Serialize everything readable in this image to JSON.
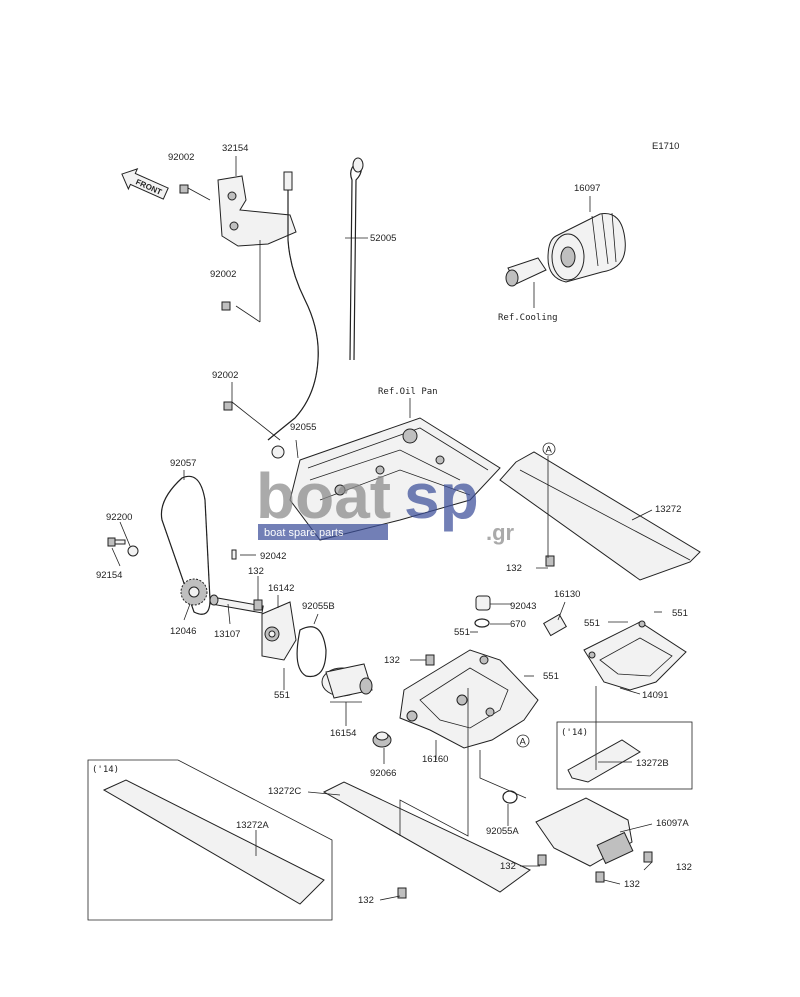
{
  "diagram_id": "E1710",
  "front_label": "FRONT",
  "watermark": {
    "brand_left": "boat",
    "brand_right": "sp",
    "domain": ".gr",
    "tagline": "boat spare parts"
  },
  "refs": {
    "cooling": "Ref.Cooling",
    "oil_pan": "Ref.Oil Pan"
  },
  "callout_letter": "A",
  "year_tag": "('14)",
  "parts": {
    "p92002_a": "92002",
    "p32154": "32154",
    "p52005": "52005",
    "p16097": "16097",
    "p92002_b": "92002",
    "p92002_c": "92002",
    "p92055": "92055",
    "p92057": "92057",
    "p13272": "13272",
    "p92200": "92200",
    "p92154": "92154",
    "p92042": "92042",
    "p132_a": "132",
    "p16142": "16142",
    "p12046": "12046",
    "p13107": "13107",
    "p92055B": "92055B",
    "p551_a": "551",
    "p92043": "92043",
    "p16130": "16130",
    "p551_b": "551",
    "p670": "670",
    "p551_c": "551",
    "p551_d": "551",
    "p132_b": "132",
    "p551_e": "551",
    "p16154": "16154",
    "p14091": "14091",
    "p92066": "92066",
    "p16160": "16160",
    "p13272B": "13272B",
    "p13272C": "13272C",
    "p13272A": "13272A",
    "p92055A": "92055A",
    "p16097A": "16097A",
    "p132_c": "132",
    "p132_d": "132",
    "p132_e": "132",
    "p132_f": "132"
  }
}
